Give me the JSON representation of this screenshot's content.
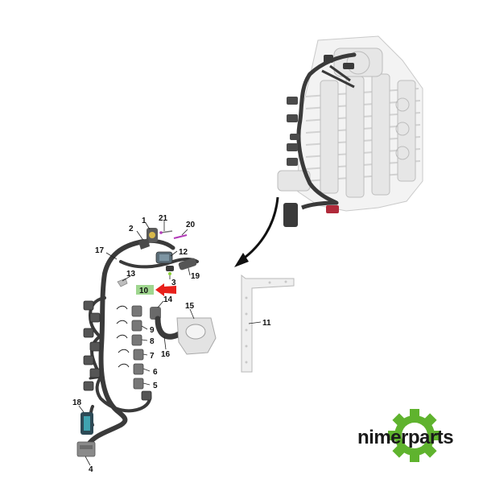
{
  "diagram": {
    "callouts": [
      "1",
      "2",
      "3",
      "4",
      "5",
      "6",
      "7",
      "8",
      "9",
      "10",
      "11",
      "12",
      "13",
      "14",
      "15",
      "16",
      "17",
      "18",
      "19",
      "20",
      "21"
    ],
    "highlighted_callout": "10"
  },
  "brand": {
    "name": "nimerparts",
    "primary_color": "#1a1a1a",
    "gear_color": "#5fb32e"
  },
  "colors": {
    "harness": "#3a3a3a",
    "arrow_red": "#e8201a",
    "highlight_box": "#9fd68f"
  }
}
